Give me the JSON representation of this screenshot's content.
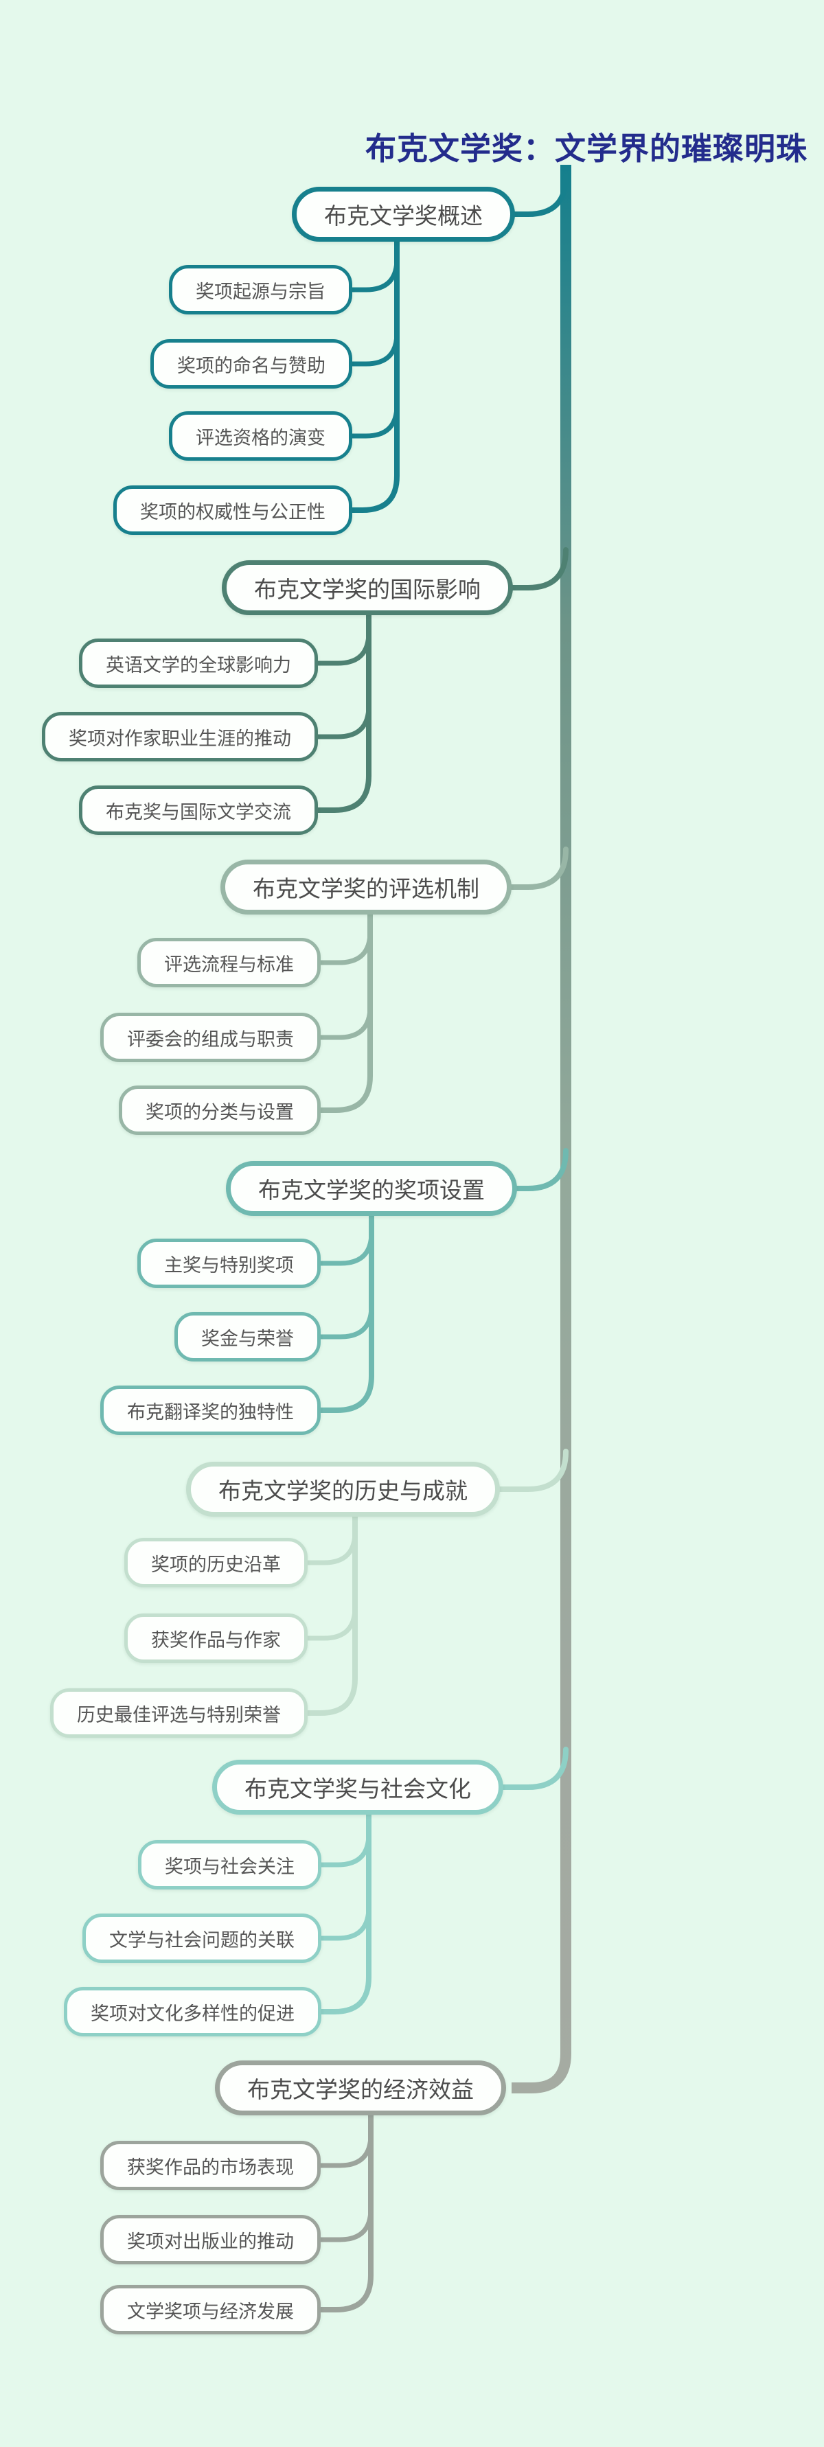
{
  "title": "布克文学奖：文学界的璀璨明珠",
  "palette": {
    "background": "#e4f9ec",
    "title_color": "#232c8c",
    "node_fill": "#fdfffd",
    "node_text": "#4c4c4c",
    "spine_gradient": [
      "#147f8d",
      "#6d9488",
      "#93a99b",
      "#a2a9a1",
      "#a5aba2"
    ]
  },
  "branches": [
    {
      "label": "布克文学奖概述",
      "color": "#17808d",
      "children": [
        "奖项起源与宗旨",
        "奖项的命名与赞助",
        "评选资格的演变",
        "奖项的权威性与公正性"
      ]
    },
    {
      "label": "布克文学奖的国际影响",
      "color": "#4e8172",
      "children": [
        "英语文学的全球影响力",
        "奖项对作家职业生涯的推动",
        "布克奖与国际文学交流"
      ]
    },
    {
      "label": "布克文学奖的评选机制",
      "color": "#98b6a6",
      "children": [
        "评选流程与标准",
        "评委会的组成与职责",
        "奖项的分类与设置"
      ]
    },
    {
      "label": "布克文学奖的奖项设置",
      "color": "#6fb9b0",
      "children": [
        "主奖与特别奖项",
        "奖金与荣誉",
        "布克翻译奖的独特性"
      ]
    },
    {
      "label": "布克文学奖的历史与成就",
      "color": "#c3dfce",
      "children": [
        "奖项的历史沿革",
        "获奖作品与作家",
        "历史最佳评选与特别荣誉"
      ]
    },
    {
      "label": "布克文学奖与社会文化",
      "color": "#8ed0c6",
      "children": [
        "奖项与社会关注",
        "文学与社会问题的关联",
        "奖项对文化多样性的促进"
      ]
    },
    {
      "label": "布克文学奖的经济效益",
      "color": "#9ca49c",
      "children": [
        "获奖作品的市场表现",
        "奖项对出版业的推动",
        "文学奖项与经济发展"
      ]
    }
  ]
}
